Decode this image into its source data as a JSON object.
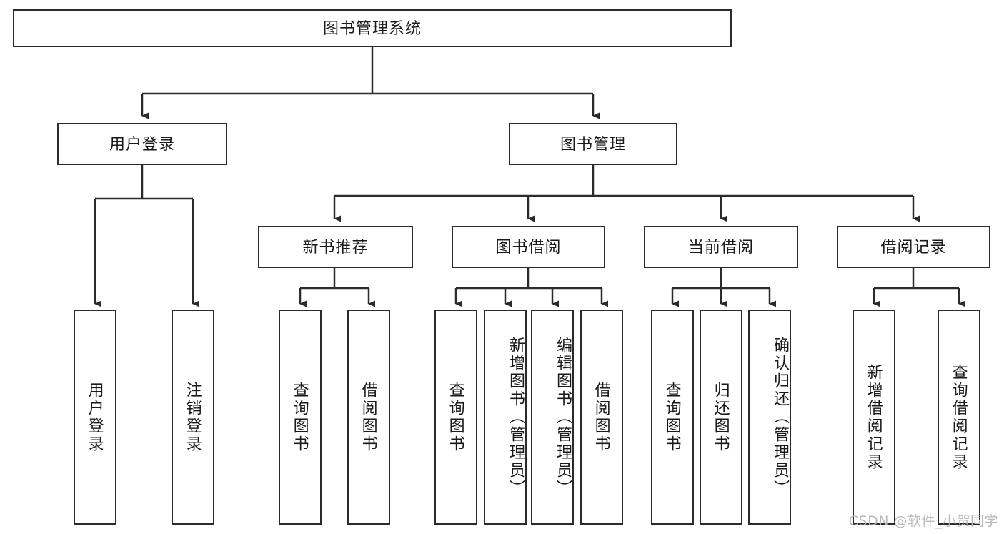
{
  "diagram": {
    "type": "tree-hierarchy-chart",
    "title": "图书管理系统",
    "watermark": "CSDN @软件_小贺同学",
    "colors": {
      "box_border": "#2b2b2b",
      "box_fill": "#ffffff",
      "connector": "#2b2b2b",
      "text": "#1a1a1a",
      "watermark": "#b9b9b9"
    },
    "root": {
      "label": "图书管理系统"
    },
    "level2": [
      {
        "label": "用户登录"
      },
      {
        "label": "图书管理"
      }
    ],
    "level3": [
      {
        "label": "新书推荐"
      },
      {
        "label": "图书借阅"
      },
      {
        "label": "当前借阅"
      },
      {
        "label": "借阅记录"
      }
    ],
    "leaves": {
      "user_login": [
        {
          "label": "用户登录"
        },
        {
          "label": "注销登录"
        }
      ],
      "new_book_recommend": [
        {
          "label": "查询图书"
        },
        {
          "label": "借阅图书"
        }
      ],
      "book_borrow": [
        {
          "label": "查询图书"
        },
        {
          "label": "新增图书（管理员）"
        },
        {
          "label": "编辑图书（管理员）"
        },
        {
          "label": "借阅图书"
        }
      ],
      "current_borrow": [
        {
          "label": "查询图书"
        },
        {
          "label": "归还图书"
        },
        {
          "label": "确认归还（管理员）"
        }
      ],
      "borrow_record": [
        {
          "label": "新增借阅记录"
        },
        {
          "label": "查询借阅记录"
        }
      ]
    }
  }
}
